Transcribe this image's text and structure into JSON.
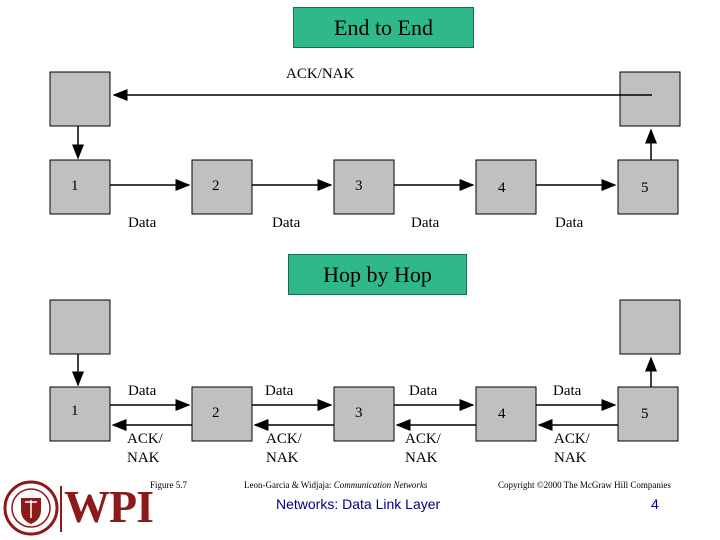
{
  "top": {
    "title": "End to End",
    "ack_label": "ACK/NAK",
    "nodes": [
      "1",
      "2",
      "3",
      "4",
      "5"
    ],
    "data_labels": [
      "Data",
      "Data",
      "Data",
      "Data"
    ]
  },
  "bottom": {
    "title": "Hop by Hop",
    "nodes": [
      "1",
      "2",
      "3",
      "4",
      "5"
    ],
    "data_labels": [
      "Data",
      "Data",
      "Data",
      "Data"
    ],
    "ack_labels": [
      {
        "line1": "ACK/",
        "line2": "NAK"
      },
      {
        "line1": "ACK/",
        "line2": "NAK"
      },
      {
        "line1": "ACK/",
        "line2": "NAK"
      },
      {
        "line1": "ACK/",
        "line2": "NAK"
      }
    ]
  },
  "footer": {
    "figure": "Figure 5.7",
    "authors_prefix": "Leon-Garcia & Widjaja: ",
    "book": "Communication Networks",
    "copyright": "Copyright ©2000 The McGraw Hill Companies",
    "course": "Networks: Data Link Layer",
    "page": "4",
    "logo_text": "WPI"
  },
  "colors": {
    "title_fill": "#2fb98a",
    "box_fill": "#c0c0c0",
    "footer_blue": "#000080",
    "logo_red": "#8b1a1a"
  }
}
